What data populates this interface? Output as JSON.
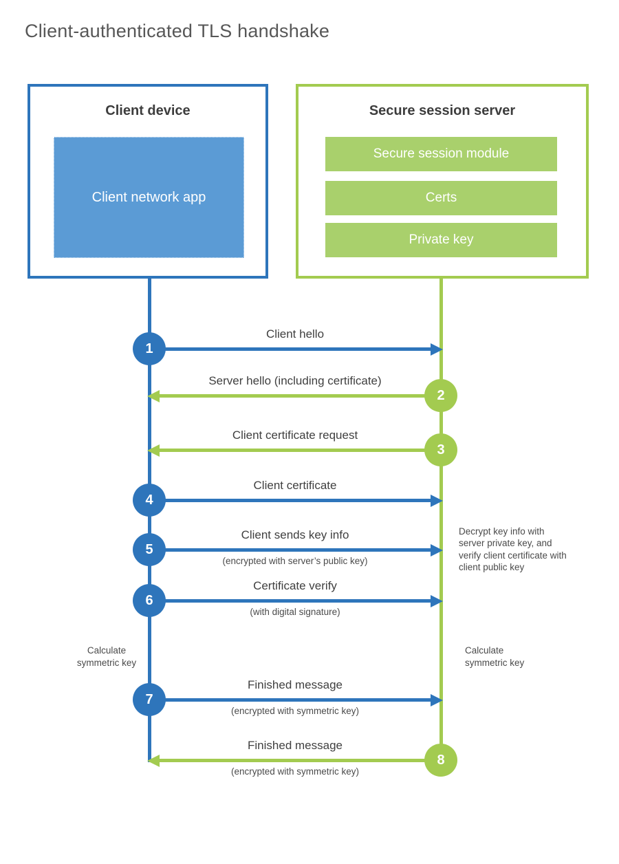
{
  "title": "Client-authenticated TLS handshake",
  "colors": {
    "blue": "#2e75bb",
    "blue_fill": "#5b9bd5",
    "green": "#a3cb50",
    "green_fill": "#a9d06c",
    "title_text": "#575757",
    "heading_text": "#3d3d3d",
    "label_text": "#3f3f3f",
    "note_text": "#4a4a4a"
  },
  "client_box": {
    "heading": "Client device",
    "app_label": "Client network app"
  },
  "server_box": {
    "heading": "Secure session server",
    "modules": [
      "Secure session module",
      "Certs",
      "Private key"
    ]
  },
  "steps": [
    {
      "num": "1",
      "from": "client",
      "to": "server",
      "label": "Client hello"
    },
    {
      "num": "2",
      "from": "server",
      "to": "client",
      "label": "Server hello (including certificate)"
    },
    {
      "num": "3",
      "from": "server",
      "to": "client",
      "label": "Client certificate request"
    },
    {
      "num": "4",
      "from": "client",
      "to": "server",
      "label": "Client certificate"
    },
    {
      "num": "5",
      "from": "client",
      "to": "server",
      "label": "Client sends key info",
      "sublabel": "(encrypted with server’s public key)"
    },
    {
      "num": "6",
      "from": "client",
      "to": "server",
      "label": "Certificate verify",
      "sublabel": "(with digital signature)"
    },
    {
      "num": "7",
      "from": "client",
      "to": "server",
      "label": "Finished message",
      "sublabel": "(encrypted with symmetric key)"
    },
    {
      "num": "8",
      "from": "server",
      "to": "client",
      "label": "Finished message",
      "sublabel": "(encrypted with symmetric key)"
    }
  ],
  "annotations": {
    "server_note": "Decrypt key info with server private key, and verify client certificate with client public key",
    "client_calc": "Calculate symmetric key",
    "server_calc": "Calculate symmetric key"
  }
}
